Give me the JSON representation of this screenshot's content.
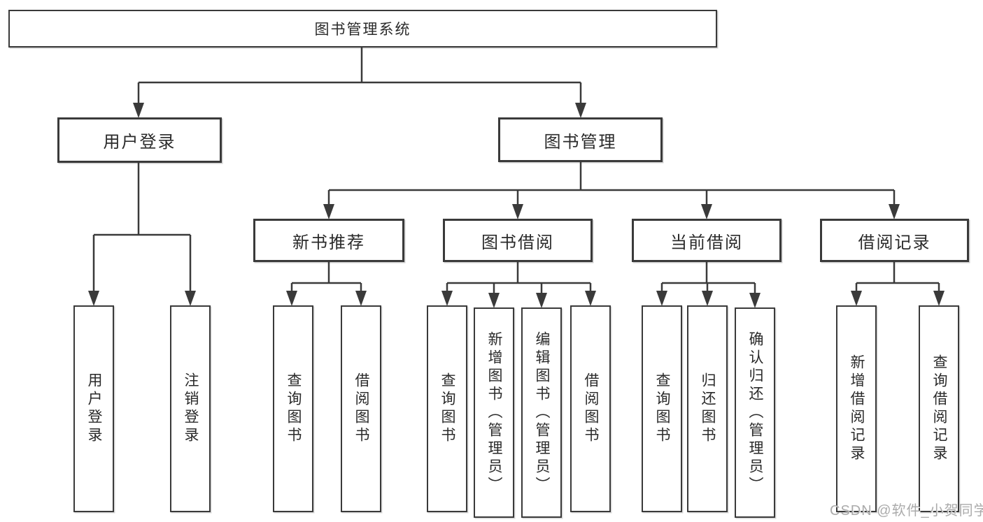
{
  "tree": {
    "root": {
      "label": "图书管理系统",
      "children": [
        {
          "label": "用户登录",
          "children": [
            {
              "label": "用户登录"
            },
            {
              "label": "注销登录"
            }
          ]
        },
        {
          "label": "图书管理",
          "children": [
            {
              "label": "新书推荐",
              "children": [
                {
                  "label": "查询图书"
                },
                {
                  "label": "借阅图书"
                }
              ]
            },
            {
              "label": "图书借阅",
              "children": [
                {
                  "label": "查询图书"
                },
                {
                  "label": "新增图书（管理员）"
                },
                {
                  "label": "编辑图书（管理员）"
                },
                {
                  "label": "借阅图书"
                }
              ]
            },
            {
              "label": "当前借阅",
              "children": [
                {
                  "label": "查询图书"
                },
                {
                  "label": "归还图书"
                },
                {
                  "label": "确认归还（管理员）"
                }
              ]
            },
            {
              "label": "借阅记录",
              "children": [
                {
                  "label": "新增借阅记录"
                },
                {
                  "label": "查询借阅记录"
                }
              ]
            }
          ]
        }
      ]
    }
  },
  "watermark": "CSDN @软件_小贺同学",
  "colors": {
    "line": "#3a3a3a",
    "node_border": "#3a3a3a",
    "text": "#2a2a2a",
    "watermark": "#ababab",
    "background": "#ffffff"
  }
}
